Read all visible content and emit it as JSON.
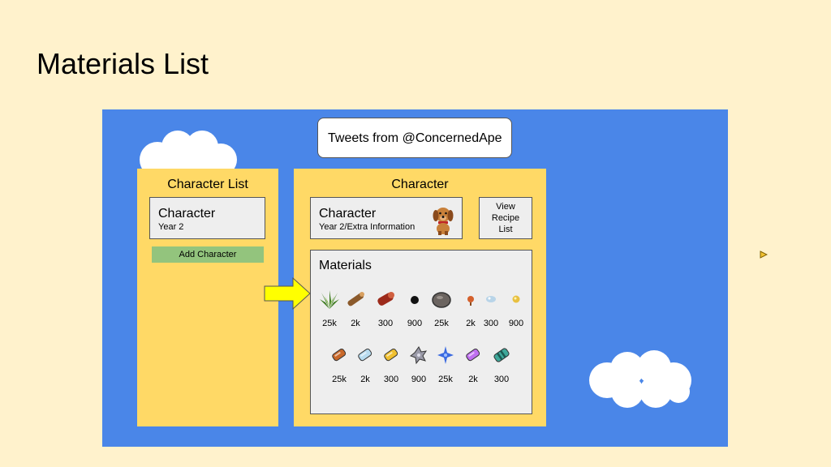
{
  "slide": {
    "title": "Materials List"
  },
  "tweets": {
    "label": "Tweets from @ConcernedApe"
  },
  "character_list": {
    "title": "Character List",
    "card": {
      "name": "Character",
      "sub": "Year 2"
    },
    "add_button": "Add Character"
  },
  "character": {
    "title": "Character",
    "card": {
      "name": "Character",
      "sub": "Year 2/Extra Information",
      "avatar_icon": "dog-icon"
    },
    "recipe_button": "View Recipe List"
  },
  "materials": {
    "title": "Materials",
    "row1": [
      {
        "icon": "fiber-icon",
        "count": "25k",
        "color": "#3c7a1e"
      },
      {
        "icon": "wood-icon",
        "count": "2k",
        "color": "#8b5a2b"
      },
      {
        "icon": "hardwood-icon",
        "count": "300",
        "color": "#9c2a1a"
      },
      {
        "icon": "coal-icon",
        "count": "900",
        "color": "#111111"
      },
      {
        "icon": "stone-icon",
        "count": "25k",
        "color": "#6b6460"
      },
      {
        "icon": "copper-ore-icon",
        "count": "2k",
        "color": "#d4602c"
      },
      {
        "icon": "iron-ore-icon",
        "count": "300",
        "color": "#b8d4e8"
      },
      {
        "icon": "gold-ore-icon",
        "count": "900",
        "color": "#e8c040"
      }
    ],
    "row2": [
      {
        "icon": "copper-bar-icon",
        "count": "25k",
        "color": "#c8682a"
      },
      {
        "icon": "iron-bar-icon",
        "count": "2k",
        "color": "#b8dcf0"
      },
      {
        "icon": "gold-bar-icon",
        "count": "300",
        "color": "#f0c030"
      },
      {
        "icon": "refined-quartz-icon",
        "count": "900",
        "color": "#9a9aa8"
      },
      {
        "icon": "star-shard-icon",
        "count": "25k",
        "color": "#3a6ae0"
      },
      {
        "icon": "iridium-bar-icon",
        "count": "2k",
        "color": "#c070f0"
      },
      {
        "icon": "radioactive-bar-icon",
        "count": "300",
        "color": "#3fa89a"
      }
    ]
  }
}
